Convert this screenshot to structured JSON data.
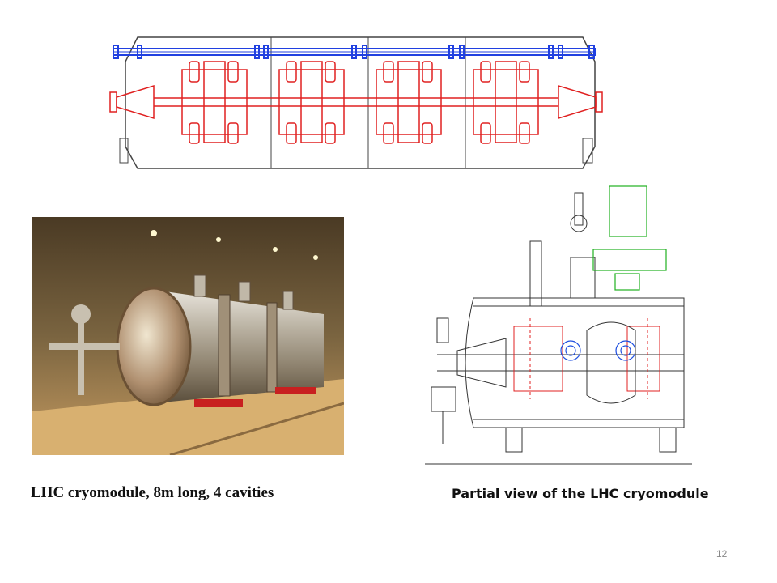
{
  "slide": {
    "caption_left": "LHC cryomodule,  8m long, 4 cavities",
    "caption_right": "Partial view of the LHC cryomodule",
    "page_number": "12"
  },
  "colors": {
    "cavity_red": "#e02020",
    "beam_blue": "#2040e0",
    "vessel_gray": "#444444",
    "coupler_green": "#20b020"
  }
}
